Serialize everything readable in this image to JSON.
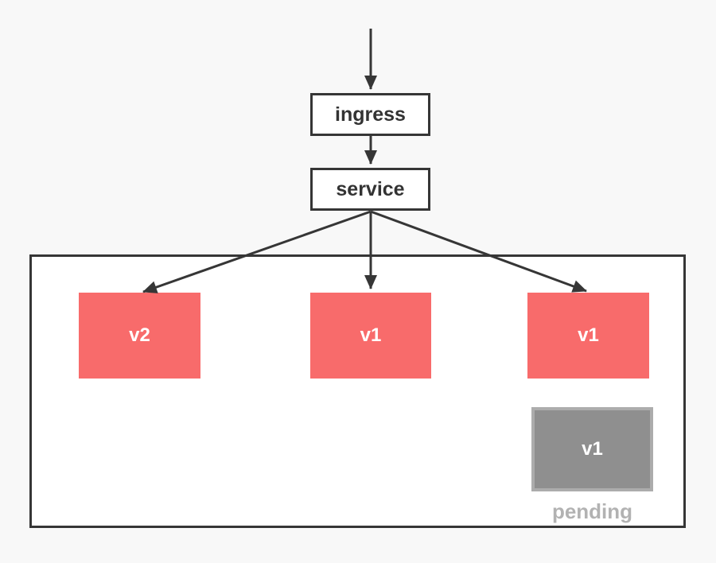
{
  "diagram": {
    "nodes": {
      "ingress": {
        "label": "ingress"
      },
      "service": {
        "label": "service"
      }
    },
    "pods": [
      {
        "label": "v2",
        "status": "running"
      },
      {
        "label": "v1",
        "status": "running"
      },
      {
        "label": "v1",
        "status": "running"
      },
      {
        "label": "v1",
        "status": "pending",
        "status_label": "pending"
      }
    ],
    "colors": {
      "stroke": "#363636",
      "canvas_bg": "#f8f8f8",
      "node_fill": "#ffffff",
      "node_text": "#333333",
      "pod_running": "#f86b6b",
      "pod_label": "#ffffff",
      "pending_fill": "#8f8f8f",
      "pending_border": "#acacac",
      "pending_text": "#b2b2b2"
    }
  }
}
